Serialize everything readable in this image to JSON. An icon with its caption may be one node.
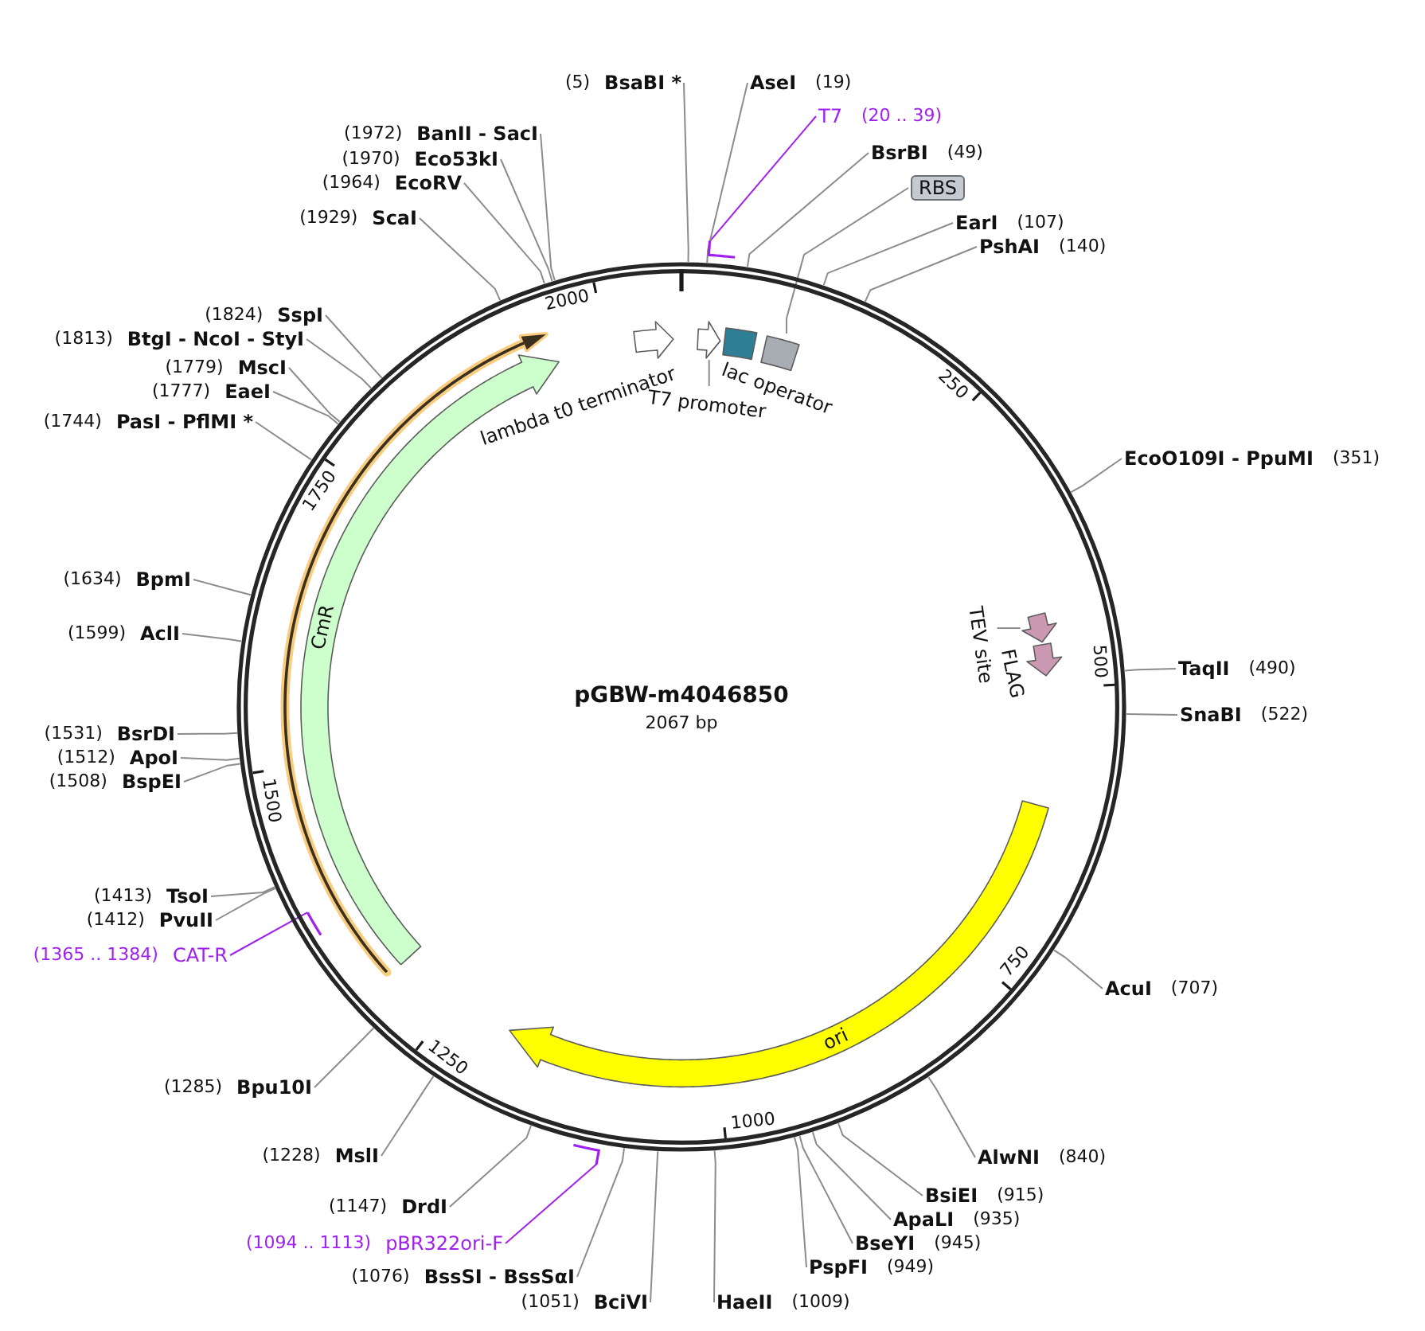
{
  "diagram": {
    "title": "pGBW-m4046850",
    "nodes": [
      {
        "text": [],
        "shape": "circle"
      },
      {
        "text": [],
        "shape": "arrow",
        "in": 0
      },
      {
        "text": [
          "CmR"
        ],
        "in": 0
      },
      {
        "text": [
          "ori"
        ],
        "in": 0
      },
      {
        "text": [],
        "shape": "arrow",
        "beside": [
          "lambda t0 terminator"
        ],
        "in": 0
      },
      {
        "text": [],
        "shape": "arrow",
        "in": 0
      },
      {
        "text": [
          "T7 promoter"
        ],
        "in": 0
      },
      {
        "text": [],
        "shape": "box",
        "beside": [
          "lac operator"
        ],
        "in": 0
      },
      {
        "text": [],
        "shape": "box",
        "in": 0
      },
      {
        "text": [],
        "shape": "arrow",
        "in": 0
      },
      {
        "text": [
          "TEV site"
        ],
        "in": 0
      },
      {
        "text": [],
        "shape": "arrow",
        "beside": [
          "FLAG"
        ],
        "in": 0
      },
      {
        "text": [],
        "shape": "bar",
        "in": 1
      },
      {
        "text": [
          "(5)",
          "BsaBI *"
        ]
      },
      {
        "text": [
          "AseI",
          "(19)"
        ]
      },
      {
        "text": [
          "T7",
          "(20 .. 39)"
        ]
      },
      {
        "text": [],
        "shape": "bar"
      },
      {
        "text": [
          "BsrBI",
          "(49)"
        ]
      },
      {
        "text": [
          "RBS"
        ]
      },
      {
        "text": [
          "EarI",
          "(107)"
        ]
      },
      {
        "text": [
          "PshAI",
          "(140)"
        ]
      },
      {
        "text": [
          "EcoO109I - PpuMI",
          "(351)"
        ]
      },
      {
        "text": [
          "TaqII",
          "(490)"
        ]
      },
      {
        "text": [
          "SnaBI",
          "(522)"
        ]
      },
      {
        "text": [
          "AcuI",
          "(707)"
        ]
      },
      {
        "text": [
          "AlwNI",
          "(840)"
        ]
      },
      {
        "text": [
          "BsiEI",
          "(915)"
        ]
      },
      {
        "text": [
          "ApaLI",
          "(935)"
        ]
      },
      {
        "text": [
          "BseYI",
          "(945)"
        ]
      },
      {
        "text": [
          "PspFI",
          "(949)"
        ]
      },
      {
        "text": [
          "HaeII",
          "(1009)"
        ]
      },
      {
        "text": [
          "(1051)",
          "BciVI"
        ]
      },
      {
        "text": [
          "(1076)",
          "BssSI - BssSαI"
        ]
      },
      {
        "text": [
          "(1094 .. 1113)",
          "pBR322ori-F"
        ]
      },
      {
        "text": [],
        "shape": "bar"
      },
      {
        "text": [
          "(1147)",
          "DrdI"
        ]
      },
      {
        "text": [
          "(1228)",
          "MslI"
        ]
      },
      {
        "text": [
          "(1285)",
          "Bpu10I"
        ]
      },
      {
        "text": [
          "(1365 .. 1384)",
          "CAT-R"
        ]
      },
      {
        "text": [
          "(1412)",
          "PvuII"
        ]
      },
      {
        "text": [
          "(1413)",
          "TsoI"
        ]
      },
      {
        "text": [
          "(1508)",
          "BspEI"
        ]
      },
      {
        "text": [
          "(1512)",
          "ApoI"
        ]
      },
      {
        "text": [
          "(1531)",
          "BsrDI"
        ]
      },
      {
        "text": [
          "(1599)",
          "AclI"
        ]
      },
      {
        "text": [
          "(1634)",
          "BpmI"
        ]
      },
      {
        "text": [
          "(1744)",
          "PasI - PflMI *"
        ]
      },
      {
        "text": [
          "(1777)",
          "EaeI"
        ]
      },
      {
        "text": [
          "(1779)",
          "MscI"
        ]
      },
      {
        "text": [
          "(1813)",
          "BtgI - NcoI - StyI"
        ]
      },
      {
        "text": [
          "(1824)",
          "SspI"
        ]
      },
      {
        "text": [
          "(1929)",
          "ScaI"
        ]
      },
      {
        "text": [
          "(1964)",
          "EcoRV"
        ]
      },
      {
        "text": [
          "(1970)",
          "Eco53kI"
        ]
      },
      {
        "text": [
          "(1972)",
          "BanII - SacI"
        ]
      }
    ],
    "edges": [
      {
        "from": 6,
        "to": 5,
        "arrow": "none"
      },
      {
        "from": 10,
        "to": 9,
        "arrow": "none"
      },
      {
        "from": 18,
        "to": 8,
        "arrow": "none"
      },
      {
        "from": 15,
        "to": 16,
        "arrow": "none",
        "color": "#a020f0"
      },
      {
        "from": 33,
        "to": 34,
        "arrow": "none",
        "color": "#a020f0"
      },
      {
        "from": 38,
        "to": 12,
        "arrow": "none",
        "color": "#a020f0"
      },
      {
        "from": 13,
        "to": 0,
        "arrow": "none"
      },
      {
        "from": 14,
        "to": 0,
        "arrow": "none"
      },
      {
        "from": 17,
        "to": 0,
        "arrow": "none"
      },
      {
        "from": 19,
        "to": 0,
        "arrow": "none"
      },
      {
        "from": 20,
        "to": 0,
        "arrow": "none"
      },
      {
        "from": 21,
        "to": 0,
        "arrow": "none"
      },
      {
        "from": 22,
        "to": 0,
        "arrow": "none"
      },
      {
        "from": 23,
        "to": 0,
        "arrow": "none"
      },
      {
        "from": 24,
        "to": 0,
        "arrow": "none"
      },
      {
        "from": 25,
        "to": 0,
        "arrow": "none"
      },
      {
        "from": 26,
        "to": 0,
        "arrow": "none"
      },
      {
        "from": 27,
        "to": 0,
        "arrow": "none"
      },
      {
        "from": 28,
        "to": 0,
        "arrow": "none"
      },
      {
        "from": 29,
        "to": 0,
        "arrow": "none"
      },
      {
        "from": 30,
        "to": 0,
        "arrow": "none"
      },
      {
        "from": 31,
        "to": 0,
        "arrow": "none"
      },
      {
        "from": 32,
        "to": 0,
        "arrow": "none"
      },
      {
        "from": 35,
        "to": 0,
        "arrow": "none"
      },
      {
        "from": 36,
        "to": 0,
        "arrow": "none"
      },
      {
        "from": 37,
        "to": 0,
        "arrow": "none"
      },
      {
        "from": 39,
        "to": 0,
        "arrow": "none"
      },
      {
        "from": 40,
        "to": 0,
        "arrow": "none"
      },
      {
        "from": 41,
        "to": 0,
        "arrow": "none"
      },
      {
        "from": 42,
        "to": 0,
        "arrow": "none"
      },
      {
        "from": 43,
        "to": 0,
        "arrow": "none"
      },
      {
        "from": 44,
        "to": 0,
        "arrow": "none"
      },
      {
        "from": 45,
        "to": 0,
        "arrow": "none"
      },
      {
        "from": 46,
        "to": 0,
        "arrow": "none"
      },
      {
        "from": 47,
        "to": 0,
        "arrow": "none"
      },
      {
        "from": 48,
        "to": 0,
        "arrow": "none"
      },
      {
        "from": 49,
        "to": 0,
        "arrow": "none"
      },
      {
        "from": 50,
        "to": 0,
        "arrow": "none"
      },
      {
        "from": 51,
        "to": 0,
        "arrow": "none"
      },
      {
        "from": 52,
        "to": 0,
        "arrow": "none"
      },
      {
        "from": 53,
        "to": 0,
        "arrow": "none"
      },
      {
        "from": 54,
        "to": 0,
        "arrow": "none"
      }
    ],
    "labels": [
      "2067 bp",
      "250",
      "500",
      "750",
      "1000",
      "1250",
      "1500",
      "1750",
      "2000"
    ]
  }
}
